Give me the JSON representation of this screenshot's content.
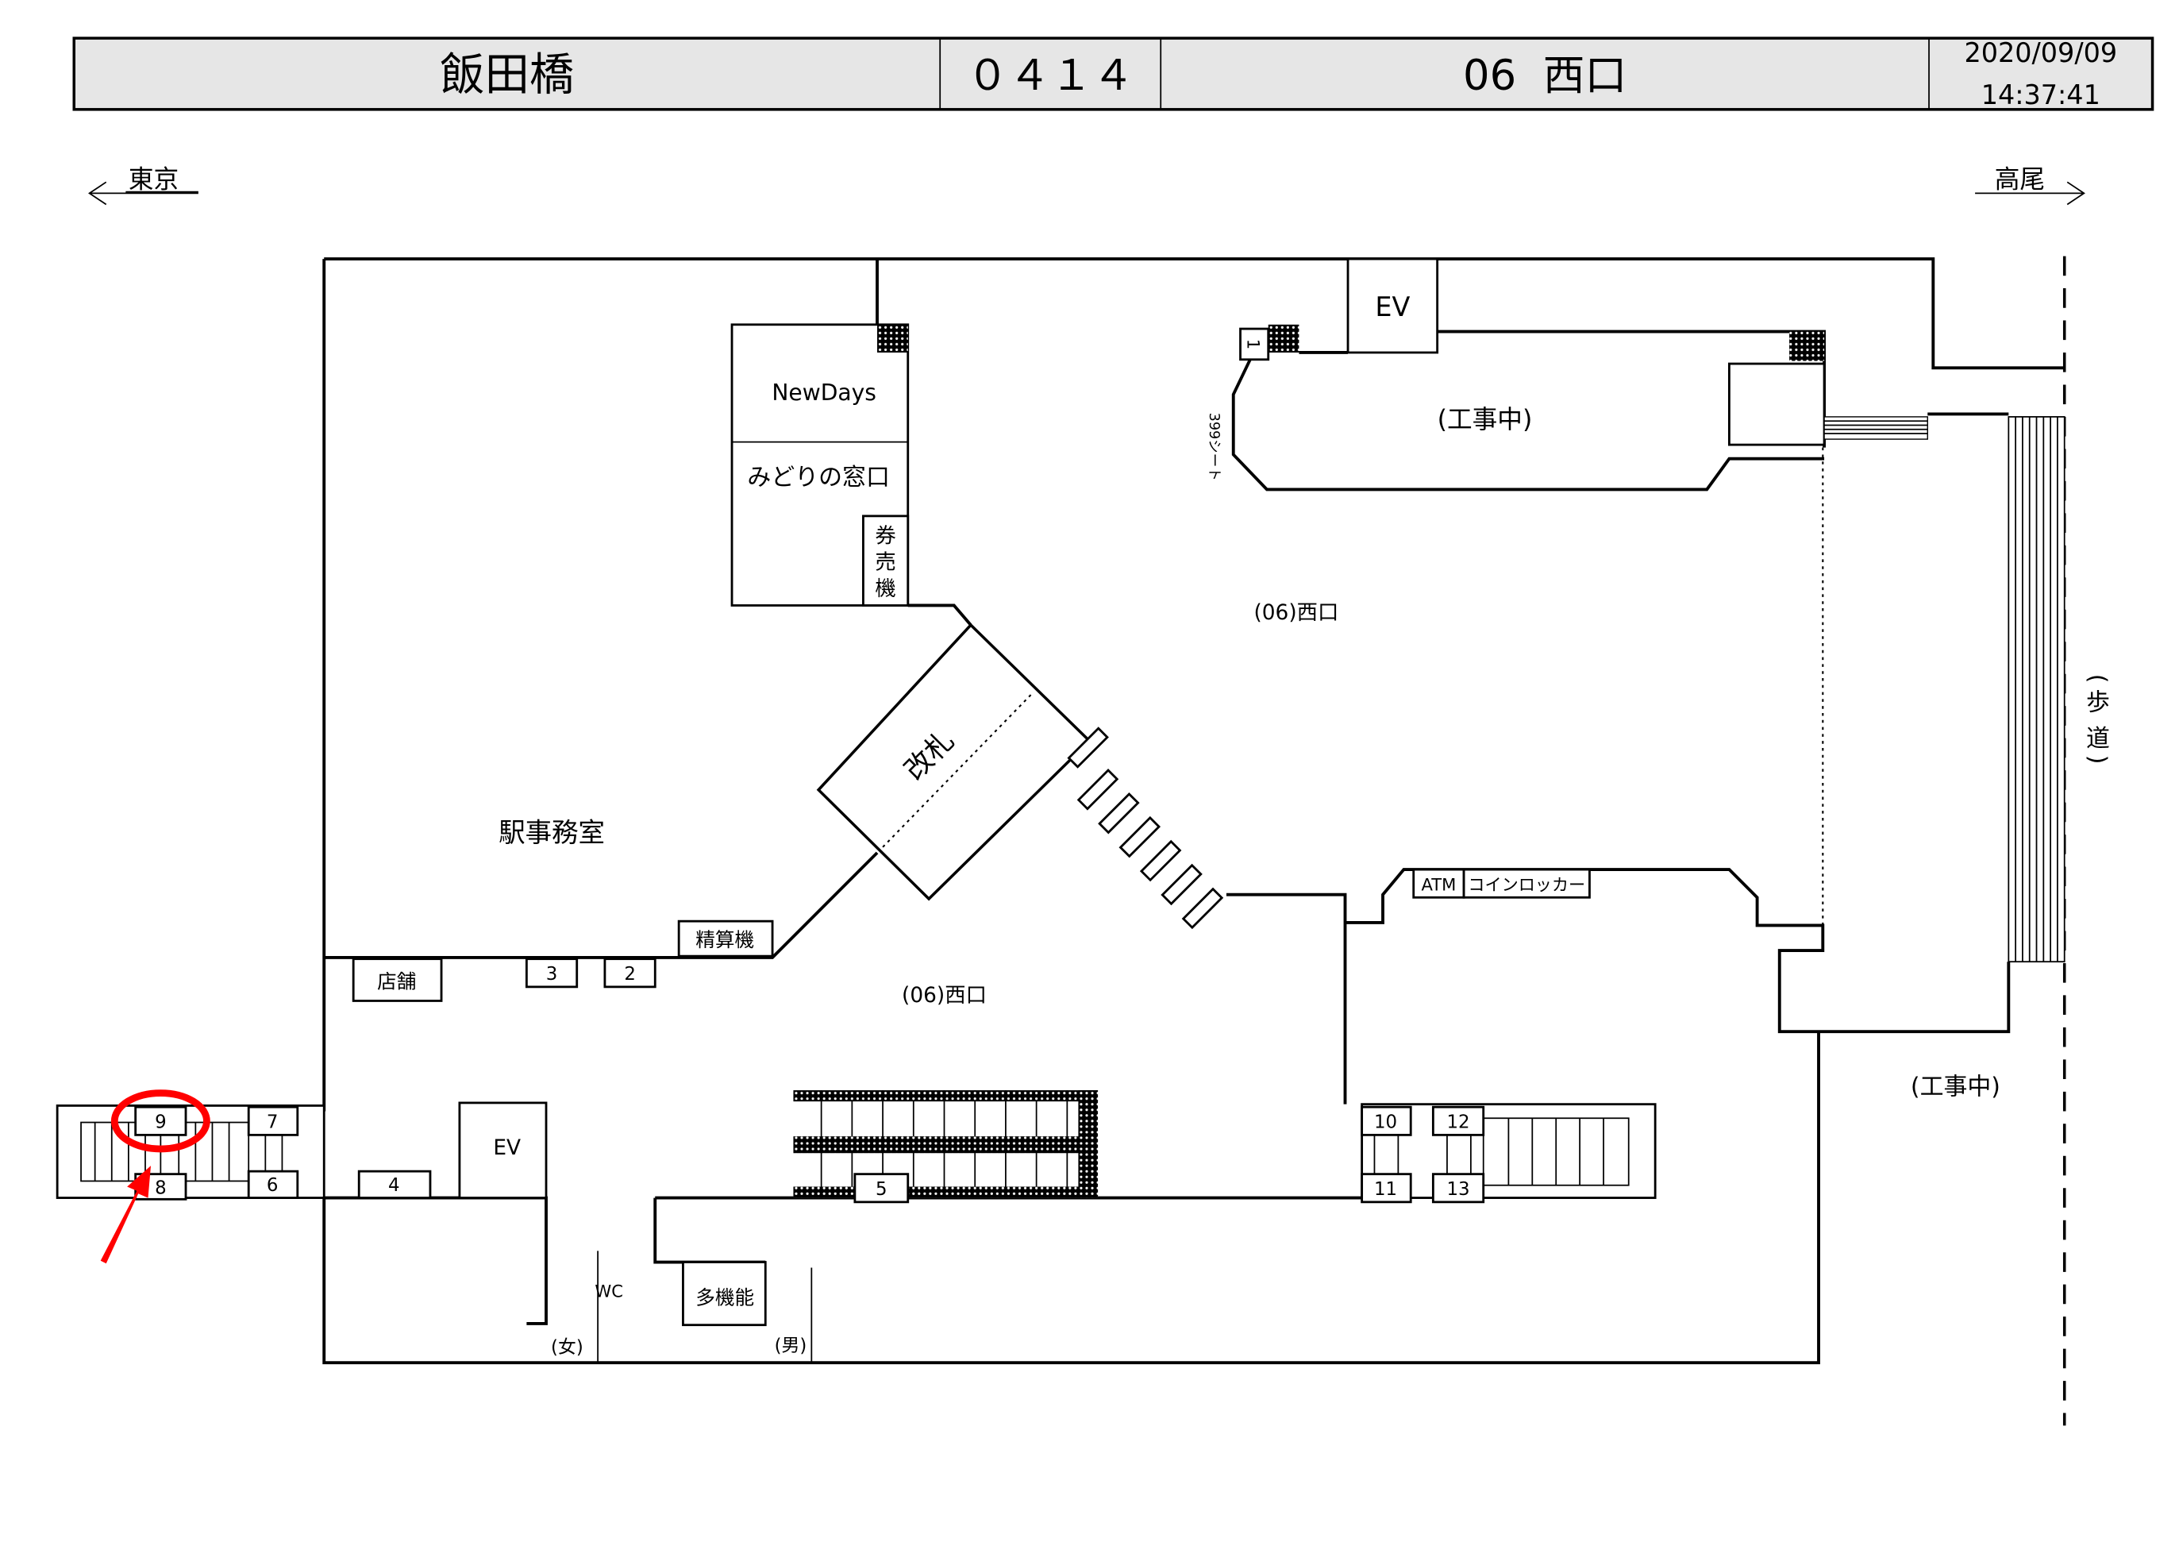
{
  "header": {
    "station": "飯田橋",
    "code": "０４１４",
    "exit": "06  西口",
    "date": "2020/09/09",
    "time": "14:37:41"
  },
  "directions": {
    "left": "東京",
    "right": "高尾"
  },
  "labels": {
    "newdays": "NewDays",
    "midori": "みどりの窓口",
    "ticket_machine": [
      "券",
      "売",
      "機"
    ],
    "gate": "改札",
    "office": "駅事務室",
    "fare_adjust": "精算機",
    "shop": "店舗",
    "west_exit_upper": "(06)西口",
    "west_exit_lower": "(06)西口",
    "construction_upper": "(工事中)",
    "construction_right": "(工事中)",
    "sidewalk": [
      "(",
      "歩",
      "道",
      ")"
    ],
    "ev_top": "EV",
    "ev_bottom": "EV",
    "seat": "399シート",
    "atm": "ATM",
    "locker": "コインロッカー",
    "wc": "WC",
    "women": "(女)",
    "men": "(男)",
    "multi": "多機能"
  },
  "exits": [
    "1",
    "2",
    "3",
    "4",
    "5",
    "6",
    "7",
    "8",
    "9",
    "10",
    "11",
    "12",
    "13"
  ],
  "highlight": {
    "exit": "9",
    "color": "#ff0000"
  }
}
